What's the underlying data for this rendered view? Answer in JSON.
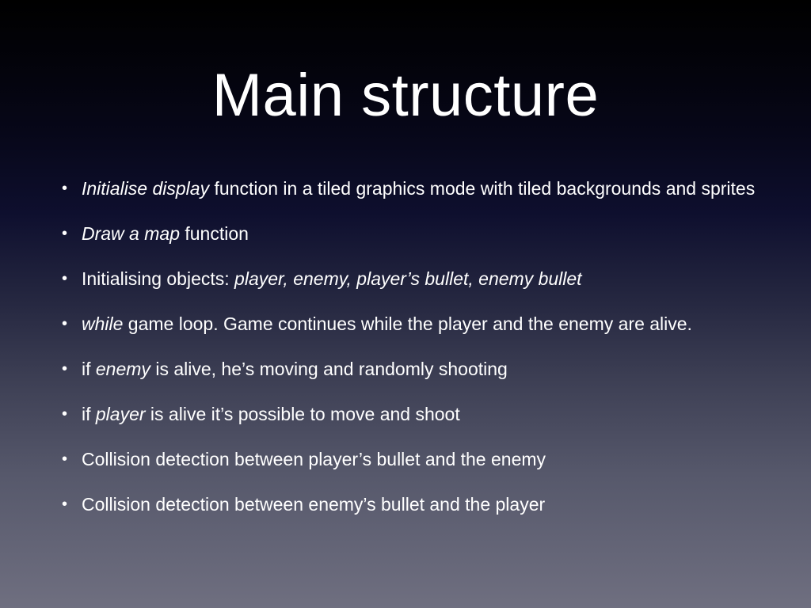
{
  "slide": {
    "title": "Main structure",
    "bullets": [
      {
        "segments": [
          {
            "text": "Initialise display",
            "italic": true
          },
          {
            "text": " function in a tiled graphics mode with tiled backgrounds and sprites",
            "italic": false
          }
        ]
      },
      {
        "segments": [
          {
            "text": "Draw a map",
            "italic": true
          },
          {
            "text": " function",
            "italic": false
          }
        ]
      },
      {
        "segments": [
          {
            "text": "Initialising objects: ",
            "italic": false
          },
          {
            "text": "player, enemy, player’s bullet, enemy bullet",
            "italic": true
          }
        ]
      },
      {
        "segments": [
          {
            "text": "while",
            "italic": true
          },
          {
            "text": " game loop. Game continues while the player and the enemy are alive.",
            "italic": false
          }
        ]
      },
      {
        "segments": [
          {
            "text": "if ",
            "italic": false
          },
          {
            "text": "enemy",
            "italic": true
          },
          {
            "text": " is alive, he’s moving and randomly shooting",
            "italic": false
          }
        ]
      },
      {
        "segments": [
          {
            "text": "if ",
            "italic": false
          },
          {
            "text": "player",
            "italic": true
          },
          {
            "text": " is alive it’s possible to move and shoot",
            "italic": false
          }
        ]
      },
      {
        "segments": [
          {
            "text": "Collision detection between player’s bullet and the enemy",
            "italic": false
          }
        ]
      },
      {
        "segments": [
          {
            "text": "Collision detection between enemy’s bullet and the player",
            "italic": false
          }
        ]
      }
    ]
  }
}
